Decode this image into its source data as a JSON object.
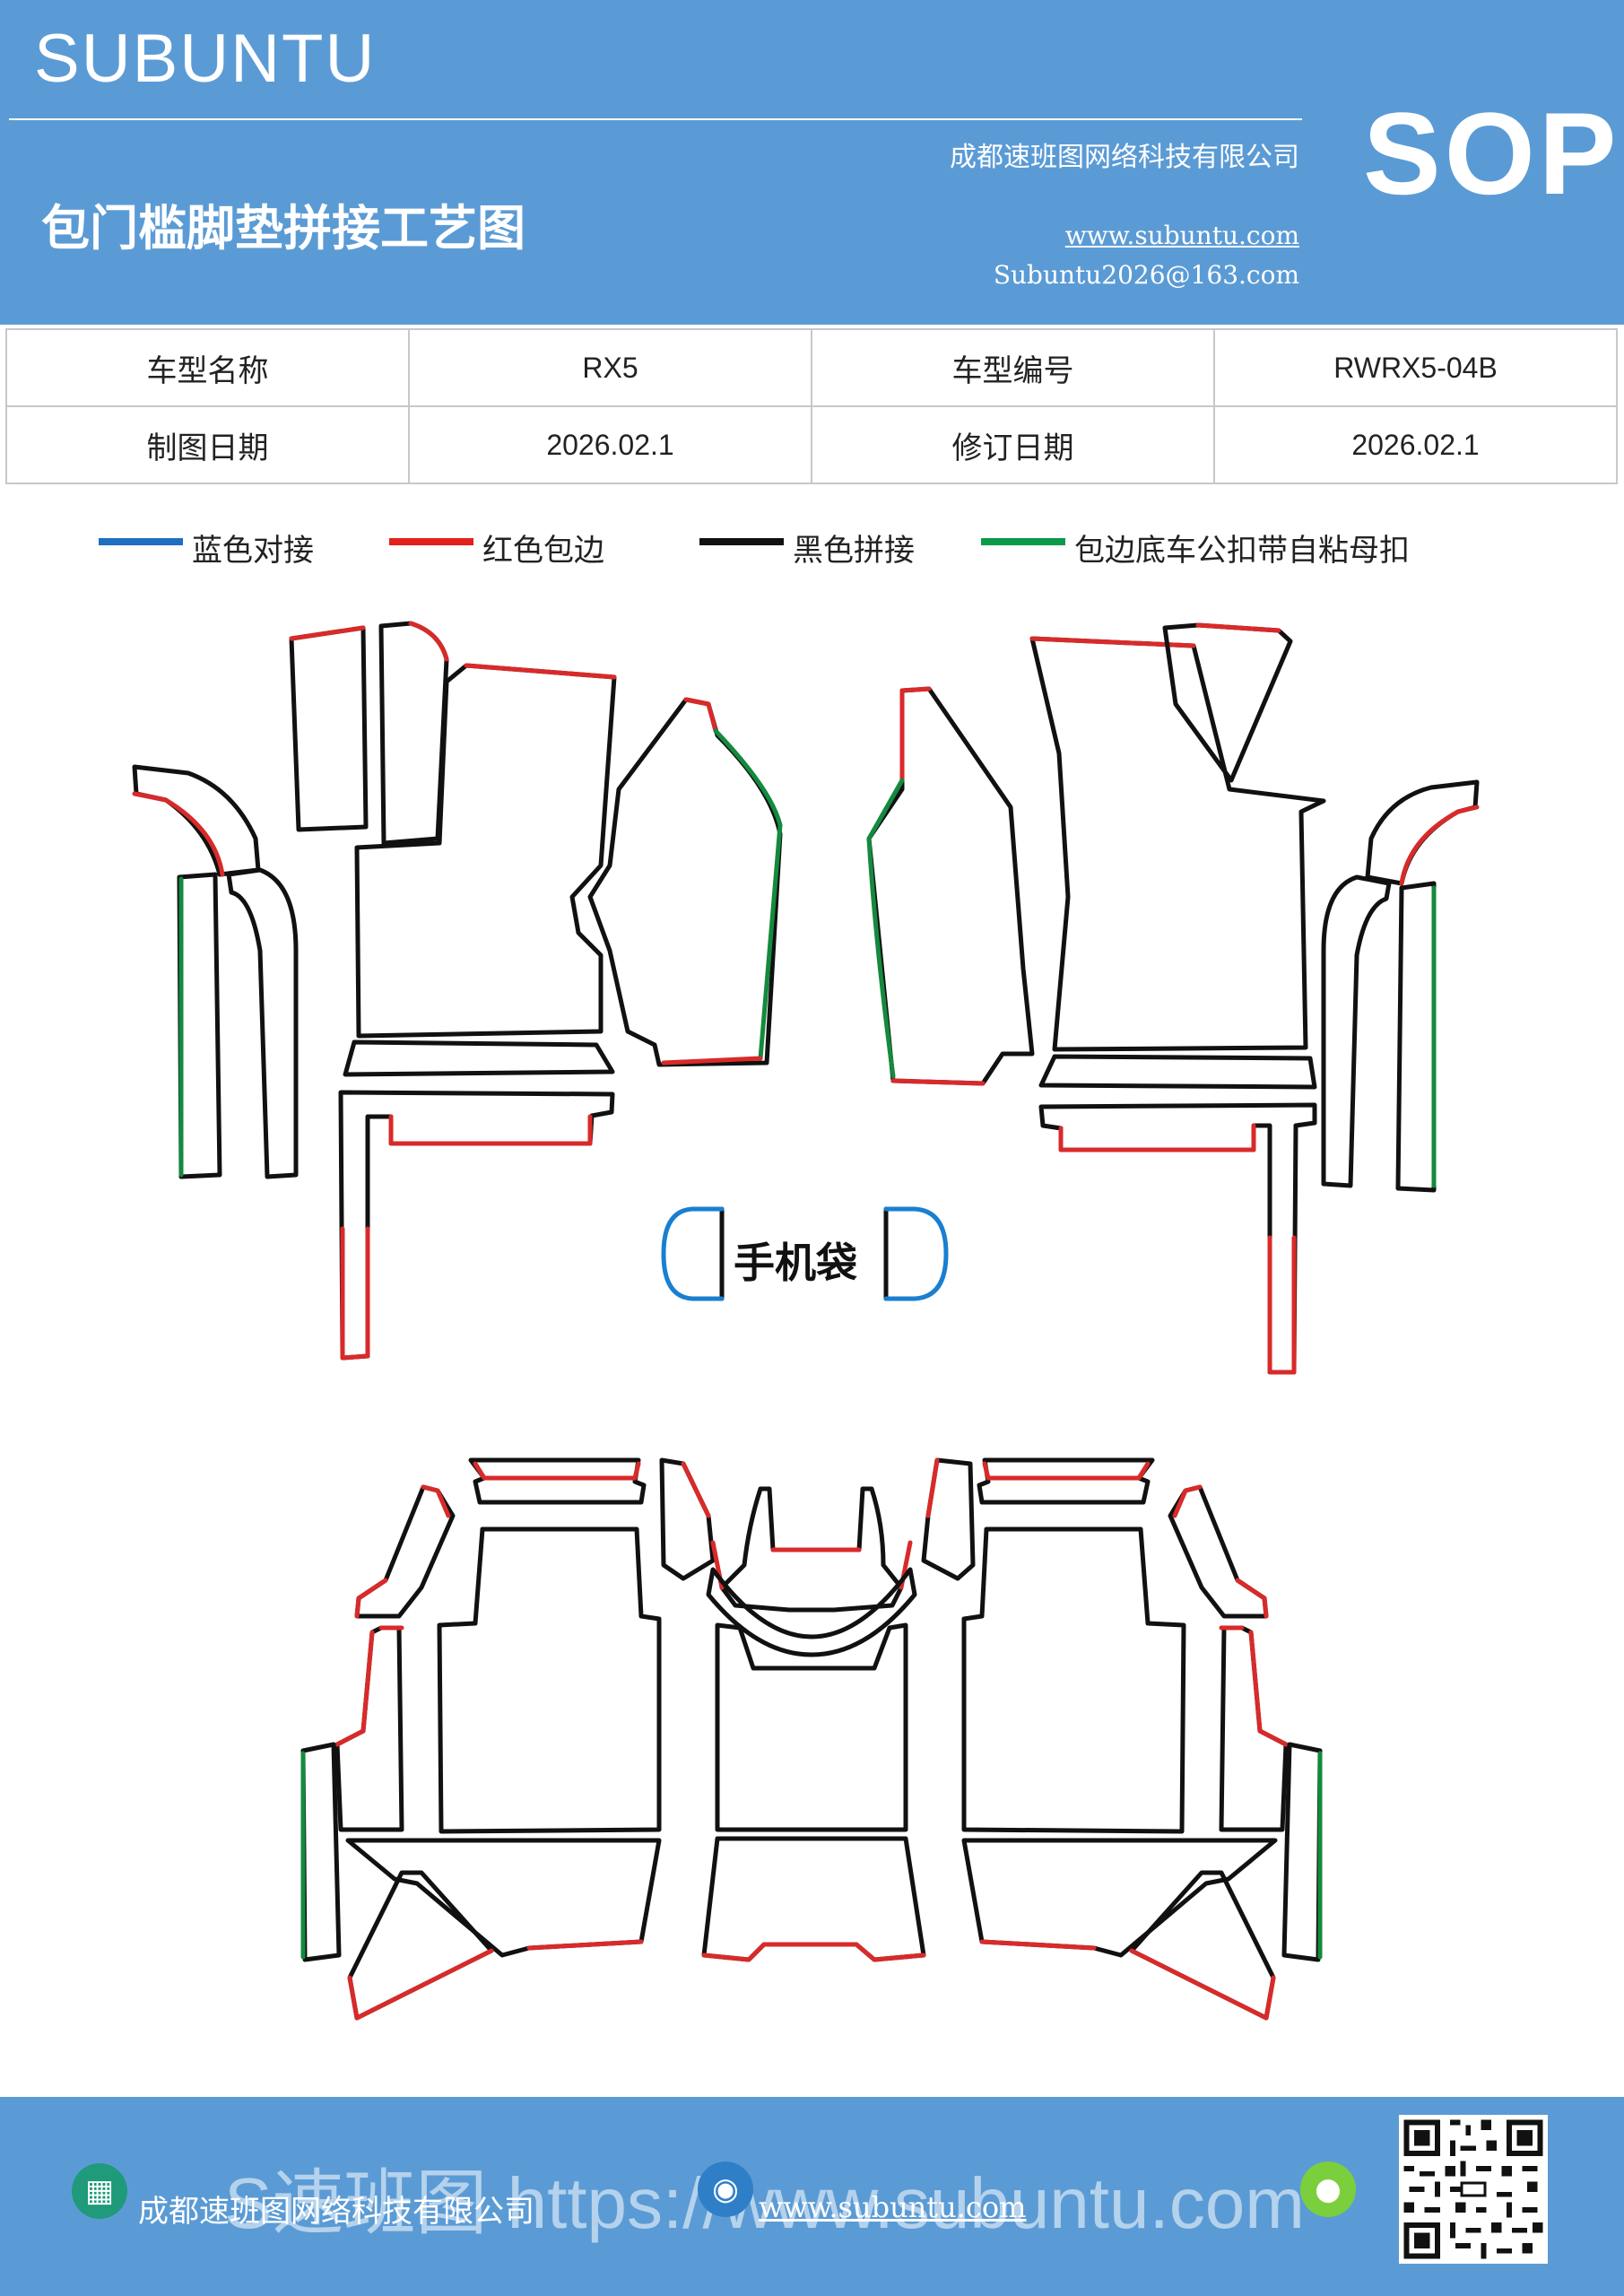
{
  "header": {
    "brand": "SUBUNTU",
    "title": "包门槛脚垫拼接工艺图",
    "company": "成都速班图网络科技有限公司",
    "website": "www.subuntu.com",
    "email": "Subuntu2026@163.com",
    "badge": "SOP"
  },
  "info_table": {
    "model_name_label": "车型名称",
    "model_name_value": "RX5",
    "model_code_label": "车型编号",
    "model_code_value": "RWRX5-04B",
    "draw_date_label": "制图日期",
    "draw_date_value": "2026.02.1",
    "revise_date_label": "修订日期",
    "revise_date_value": "2026.02.1"
  },
  "legend": [
    {
      "label": "蓝色对接",
      "color": "#1f6fc0"
    },
    {
      "label": "红色包边",
      "color": "#e3201b"
    },
    {
      "label": "黑色拼接",
      "color": "#111111"
    },
    {
      "label": "包边底车公扣带自粘母扣",
      "color": "#0a9a4a"
    }
  ],
  "colors": {
    "blue": "#1a7fd0",
    "red": "#d92a2a",
    "black": "#111111",
    "green": "#138a3e",
    "header_bg": "#5b9bd5"
  },
  "diagram": {
    "phone_pocket_label": "手机袋"
  },
  "footer": {
    "company": "成都速班图网络科技有限公司",
    "website": "www.subuntu.com",
    "watermark": "S速班图 https://www.subuntu.com",
    "building_icon": "building-icon",
    "globe_icon": "globe-icon",
    "wechat_icon": "wechat-icon"
  }
}
